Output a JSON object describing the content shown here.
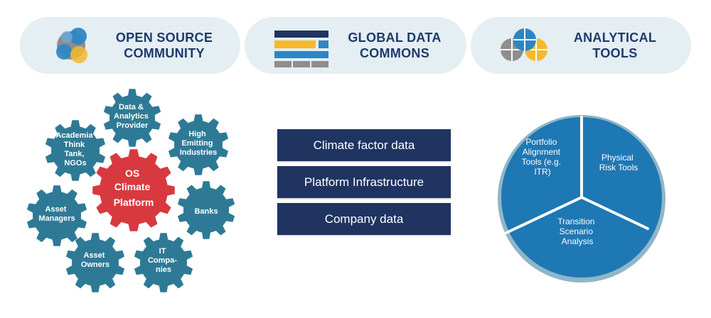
{
  "header": {
    "community": {
      "line1": "OPEN SOURCE",
      "line2": "COMMUNITY"
    },
    "commons": {
      "line1": "GLOBAL DATA",
      "line2": "COMMONS"
    },
    "tools": {
      "line1": "ANALYTICAL",
      "line2": "TOOLS"
    }
  },
  "gears": {
    "center": {
      "line1": "OS",
      "line2": "Climate",
      "line3": "Platform"
    },
    "data_analytics": {
      "line1": "Data &",
      "line2": "Analytics",
      "line3": "Provider"
    },
    "high_emitting": {
      "line1": "High",
      "line2": "Emitting",
      "line3": "Industries"
    },
    "academia": {
      "line1": "Academia",
      "line2": "Think",
      "line3": "Tank,",
      "line4": "NGOs"
    },
    "banks": {
      "line1": "Banks"
    },
    "asset_managers": {
      "line1": "Asset",
      "line2": "Managers"
    },
    "asset_owners": {
      "line1": "Asset",
      "line2": "Owners"
    },
    "it_companies": {
      "line1": "IT",
      "line2": "Compa-",
      "line3": "nies"
    }
  },
  "data_stack": [
    "Climate factor data",
    "Platform Infrastructure",
    "Company data"
  ],
  "pie": {
    "portfolio": {
      "line1": "Portfolio",
      "line2": "Alignment",
      "line3": "Tools (e.g.",
      "line4": "ITR)"
    },
    "physical": {
      "line1": "Physical",
      "line2": "Risk Tools"
    },
    "transition": {
      "line1": "Transition",
      "line2": "Scenario",
      "line3": "Analysis"
    }
  },
  "colors": {
    "pill_bg": "#e4eef3",
    "title": "#1f3a6b",
    "gear": "#2e7a96",
    "gear_center": "#d8393f",
    "stack": "#1f3461",
    "pie": "#1e78b4",
    "pie_rim": "#8fb6c9"
  },
  "icons": [
    "community-circles-icon",
    "data-grid-icon",
    "analytics-circles-icon"
  ]
}
